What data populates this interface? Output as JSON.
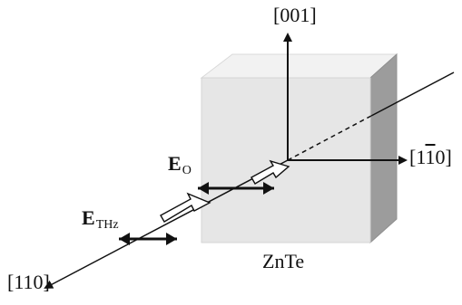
{
  "diagram": {
    "axes": {
      "z": "[001]",
      "y_prefix": "[1",
      "y_bar": "1",
      "y_suffix": "0]",
      "x": "[110]"
    },
    "crystal_label": "ZnTe",
    "fields": {
      "optical": {
        "symbol": "E",
        "subscript": "O"
      },
      "thz": {
        "symbol": "E",
        "subscript": "THz"
      }
    },
    "colors": {
      "line": "#111111",
      "crystal_front": "#e6e6e6",
      "crystal_top": "#f2f2f2",
      "crystal_side": "#9c9c9c",
      "background": "#ffffff"
    }
  }
}
